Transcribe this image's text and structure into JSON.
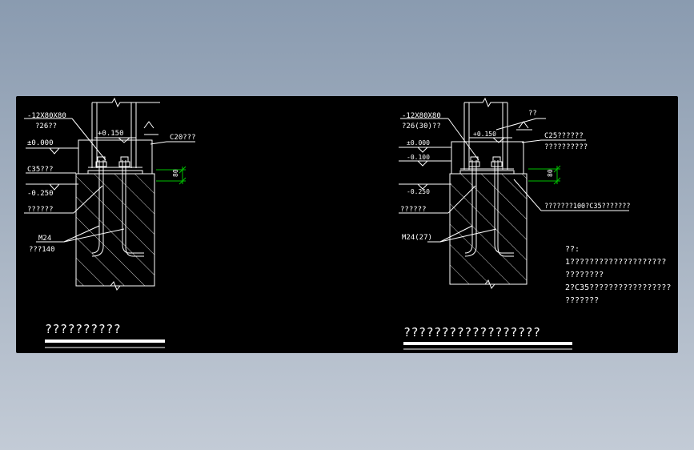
{
  "left_detail": {
    "plate": "-12X80X80",
    "plate_sub": "?26??",
    "elev_top": "±0.000",
    "elev_pier": "+0.150",
    "concrete": "C20???",
    "grout": "C35???",
    "elev_bottom": "-0.250",
    "note_body": "??????",
    "bolt": "M24",
    "bolt_sub": "???140",
    "dim": "80",
    "title": "??????????"
  },
  "right_detail": {
    "plate": "-12X80X80",
    "plate_sub": "?26(30)??",
    "label_top": "??",
    "elev_top": "±0.000",
    "elev_mid": "-0.100",
    "elev_pier": "+0.150",
    "concrete": "C25??????",
    "concrete_sub": "??????????",
    "elev_bottom": "-0.250",
    "note_body": "??????",
    "grout_note": "???????100?C35???????",
    "bolt": "M24(27)",
    "dim": "80",
    "title": "??????????????????"
  },
  "notes": {
    "heading": "??:",
    "line1": "1????????????????????",
    "line2": "????????",
    "line3": "2?C35?????????????????",
    "line4": "???????"
  },
  "colors": {
    "line": "#ffffff",
    "dimension": "#00c000",
    "background": "#000000"
  }
}
